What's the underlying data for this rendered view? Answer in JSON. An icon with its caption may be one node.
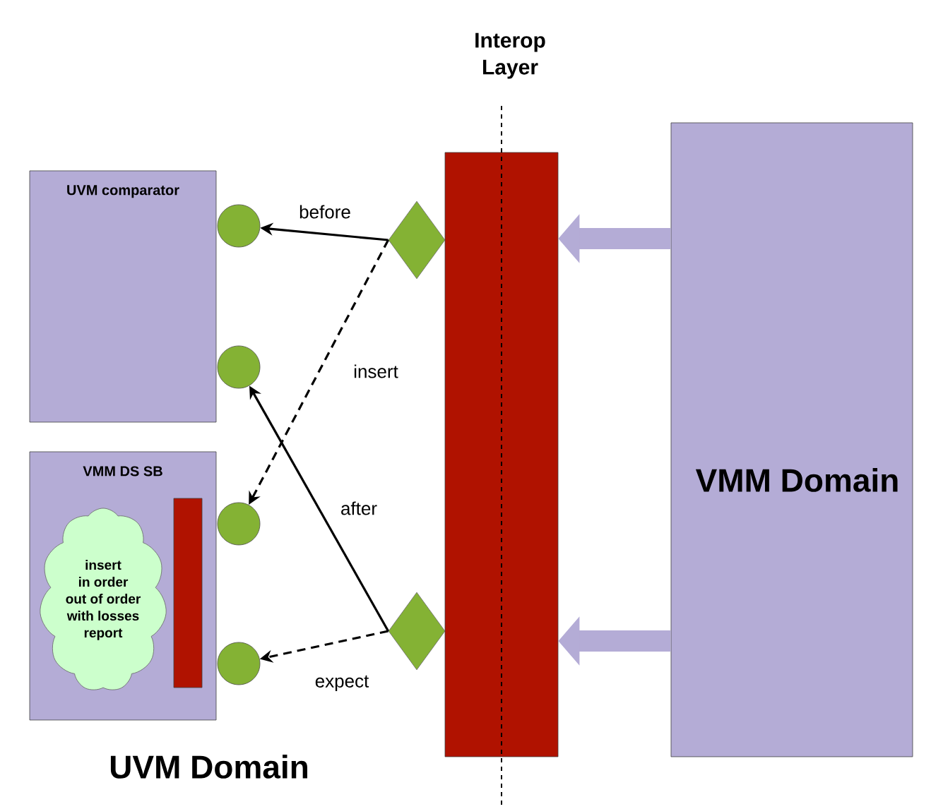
{
  "diagram": {
    "nodes": [
      {
        "text": [
          "UVM comparator"
        ]
      },
      {
        "text": [
          "VMM DS SB"
        ]
      },
      {
        "text": [
          "insert",
          "in order",
          "out of order",
          "with losses",
          "report"
        ],
        "in": 1
      },
      {
        "text": [],
        "shape": "bar",
        "in": 1
      },
      {
        "text": [],
        "shape": "circle"
      },
      {
        "text": [],
        "shape": "circle"
      },
      {
        "text": [],
        "shape": "circle"
      },
      {
        "text": [],
        "shape": "circle"
      },
      {
        "text": [],
        "shape": "diamond"
      },
      {
        "text": [],
        "shape": "diamond"
      },
      {
        "text": [
          "Interop Layer"
        ]
      },
      {
        "text": [
          "VMM Domain"
        ]
      }
    ],
    "edges": [
      {
        "from": 8,
        "to": 4,
        "arrow": "to",
        "label": "before"
      },
      {
        "from": 8,
        "to": 6,
        "arrow": "to",
        "label": "insert",
        "style": "dashed"
      },
      {
        "from": 9,
        "to": 5,
        "arrow": "to",
        "label": "after"
      },
      {
        "from": 9,
        "to": 7,
        "arrow": "to",
        "label": "expect",
        "style": "dashed"
      },
      {
        "from": 11,
        "to": 10,
        "arrow": "to",
        "style": "thick",
        "color": "#b4acd6"
      },
      {
        "from": 11,
        "to": 10,
        "arrow": "to",
        "style": "thick",
        "color": "#b4acd6"
      }
    ],
    "labels": [
      "UVM Domain"
    ]
  }
}
